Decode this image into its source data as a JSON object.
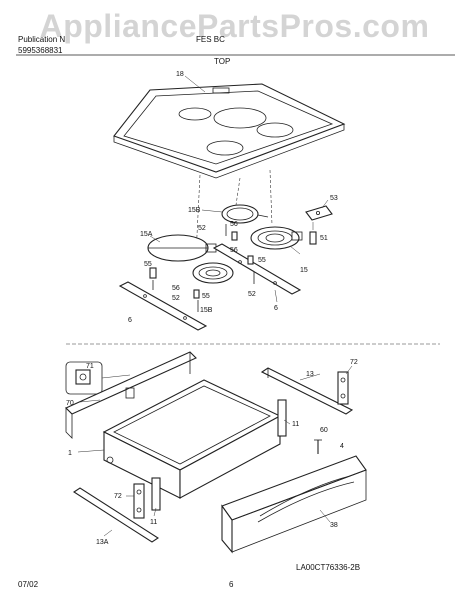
{
  "header": {
    "pub_label": "Publication N",
    "pub_number": "5995368831",
    "model": "FES   BC",
    "section": "TOP"
  },
  "watermark": "AppliancePartsPros.com",
  "parts": {
    "p18": "18",
    "p53": "53",
    "p15B_a": "15B",
    "p15A": "15A",
    "p52_a": "52",
    "p56_a": "56",
    "p56_b": "56",
    "p51": "51",
    "p55_a": "55",
    "p15": "15",
    "p55_b": "55",
    "p56_c": "56",
    "p52_b": "52",
    "p55_c": "55",
    "p52_c": "52",
    "p6_a": "6",
    "p15B_b": "15B",
    "p6_b": "6",
    "p71": "71",
    "p72_a": "72",
    "p13": "13",
    "p70": "70",
    "p11_a": "11",
    "p60": "60",
    "p4": "4",
    "p1": "1",
    "p72_b": "72",
    "p11_b": "11",
    "p38": "38",
    "p13A": "13A"
  },
  "footer": {
    "date": "07/02",
    "page": "6",
    "diagram_code": "LA00CT76336-2B"
  }
}
